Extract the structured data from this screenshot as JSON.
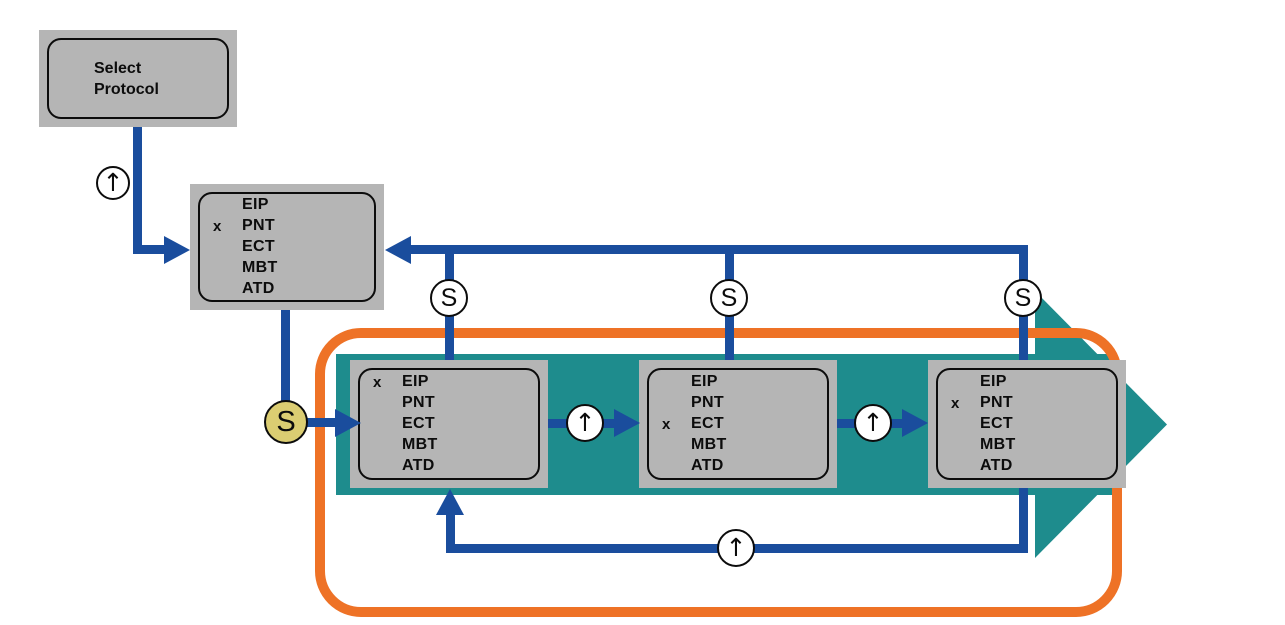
{
  "colors": {
    "blue": "#1a4d9d",
    "teal": "#1e8c8d",
    "orange": "#ee7226",
    "box-fill": "#b5b5b5",
    "yellow": "#dbcd72"
  },
  "select_protocol_box": {
    "label": "Select\nProtocol"
  },
  "marker": "x",
  "select_key_symbol": "S",
  "scroll_key_symbol": "↑",
  "menus": [
    {
      "id": "initial",
      "selected": "PNT",
      "selected_index": 1,
      "items": [
        "EIP",
        "PNT",
        "ECT",
        "MBT",
        "ATD"
      ]
    },
    {
      "id": "step-1",
      "selected": "EIP",
      "selected_index": 0,
      "items": [
        "EIP",
        "PNT",
        "ECT",
        "MBT",
        "ATD"
      ]
    },
    {
      "id": "step-2",
      "selected": "ECT",
      "selected_index": 2,
      "items": [
        "EIP",
        "PNT",
        "ECT",
        "MBT",
        "ATD"
      ]
    },
    {
      "id": "step-3",
      "selected": "PNT",
      "selected_index": 1,
      "items": [
        "EIP",
        "PNT",
        "ECT",
        "MBT",
        "ATD"
      ]
    }
  ]
}
